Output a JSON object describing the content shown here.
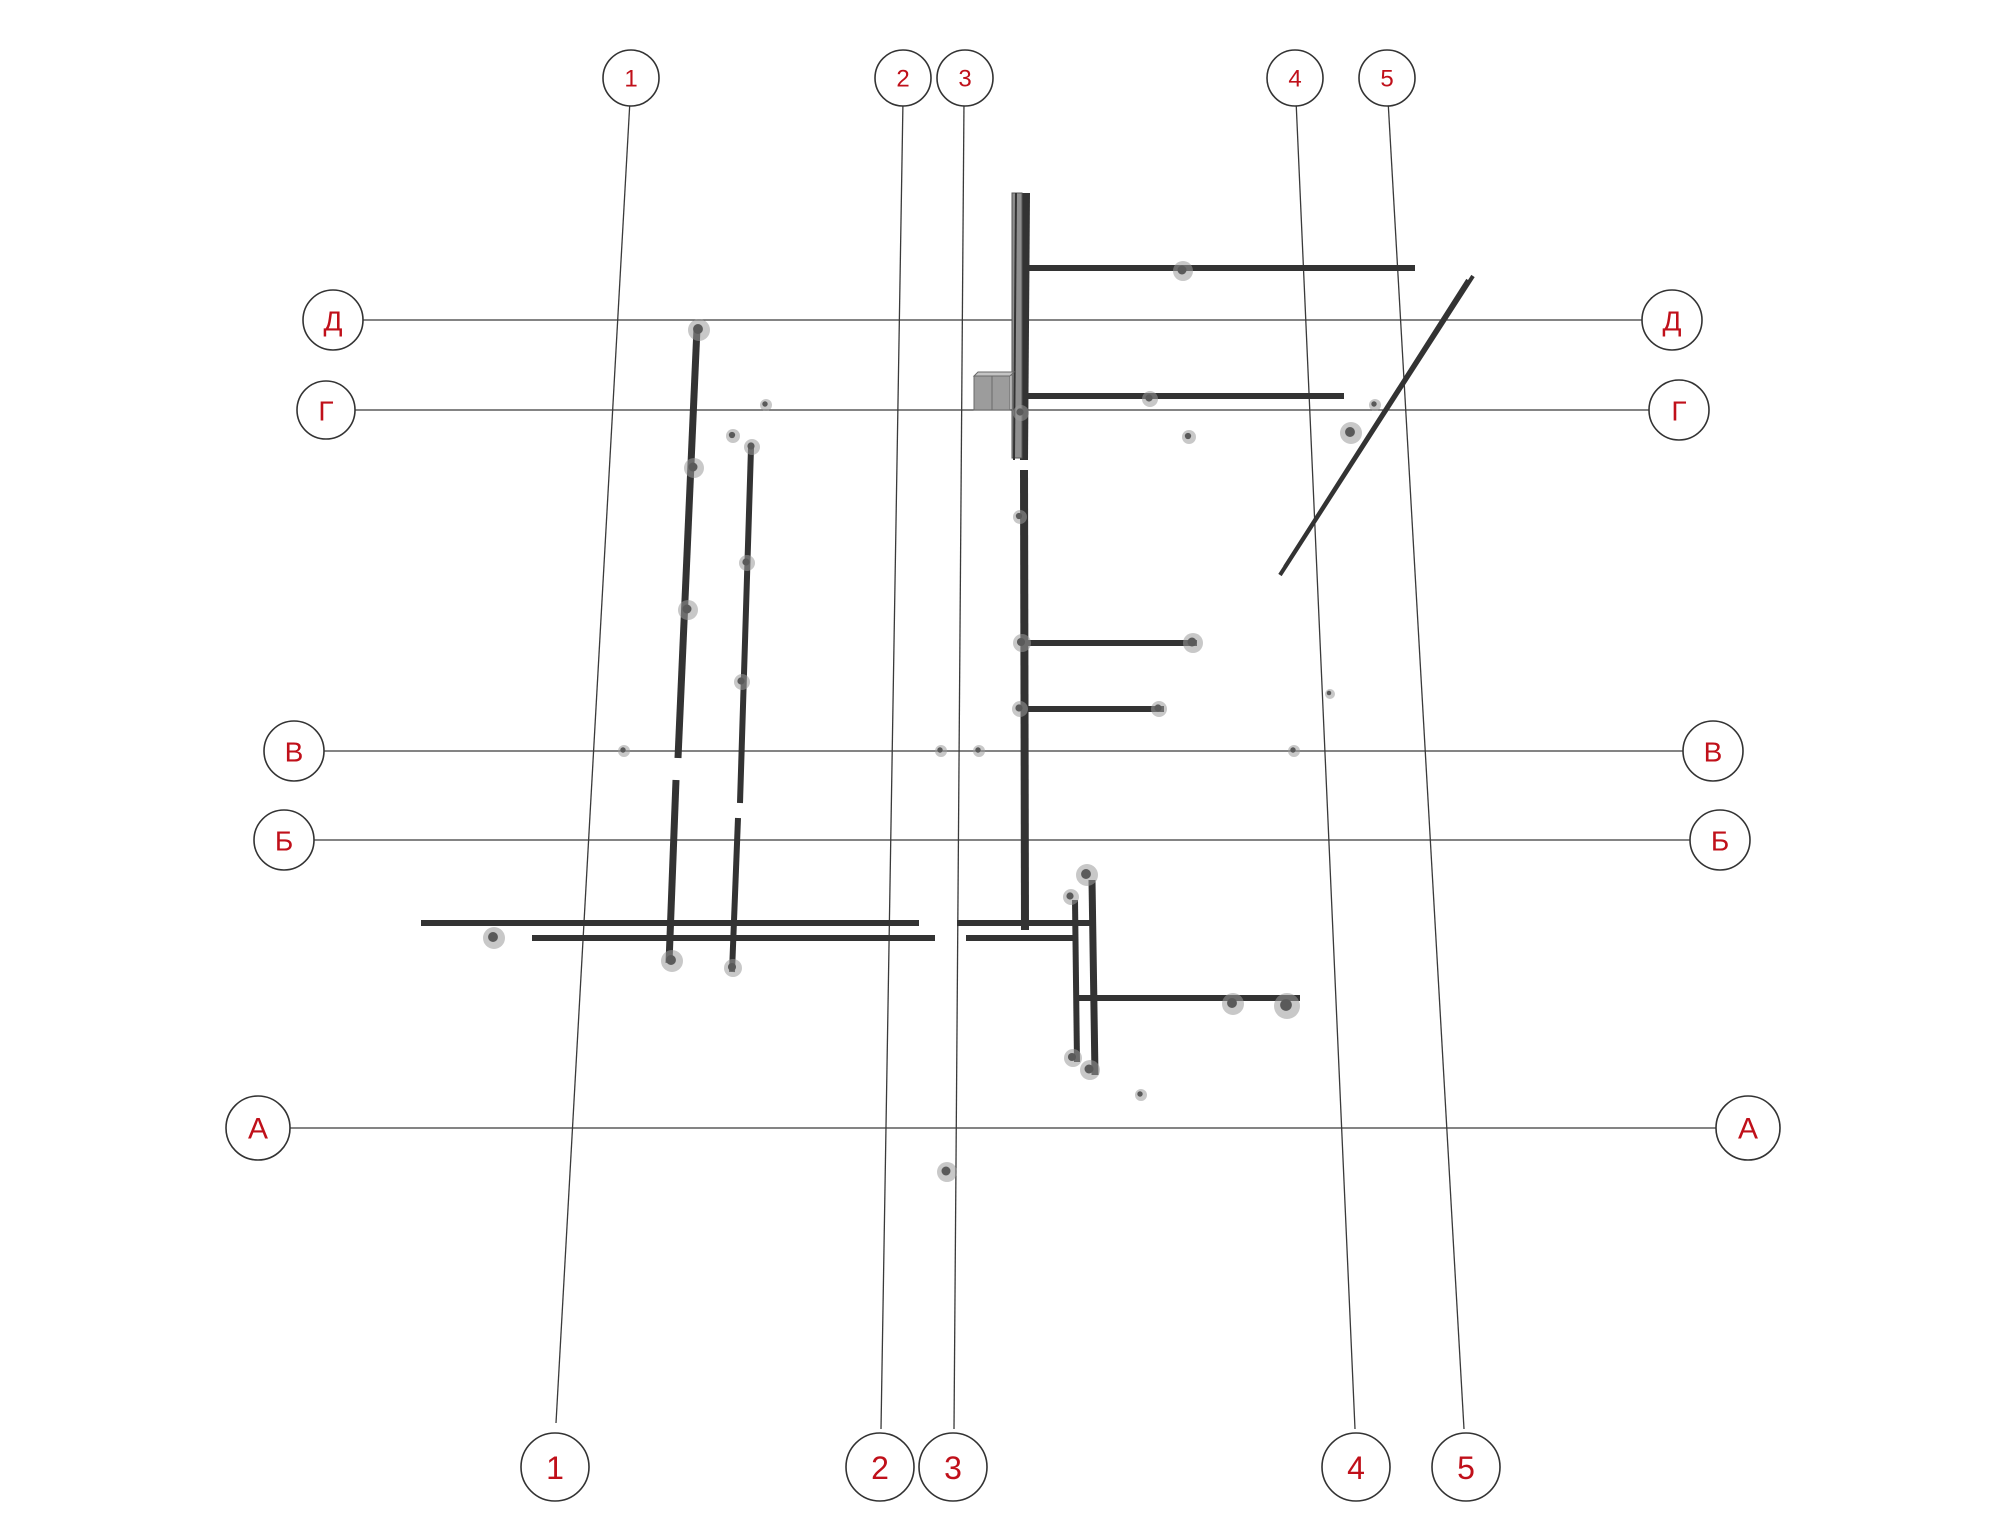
{
  "drawing": {
    "vertical_axes": [
      {
        "label": "1"
      },
      {
        "label": "2"
      },
      {
        "label": "3"
      },
      {
        "label": "4"
      },
      {
        "label": "5"
      }
    ],
    "horizontal_axes": [
      {
        "label": "Д"
      },
      {
        "label": "Г"
      },
      {
        "label": "В"
      },
      {
        "label": "Б"
      },
      {
        "label": "А"
      }
    ]
  },
  "colors": {
    "axis_label": "#c0101a",
    "pipe": "#333333",
    "grid_line": "#3a3a3a"
  }
}
